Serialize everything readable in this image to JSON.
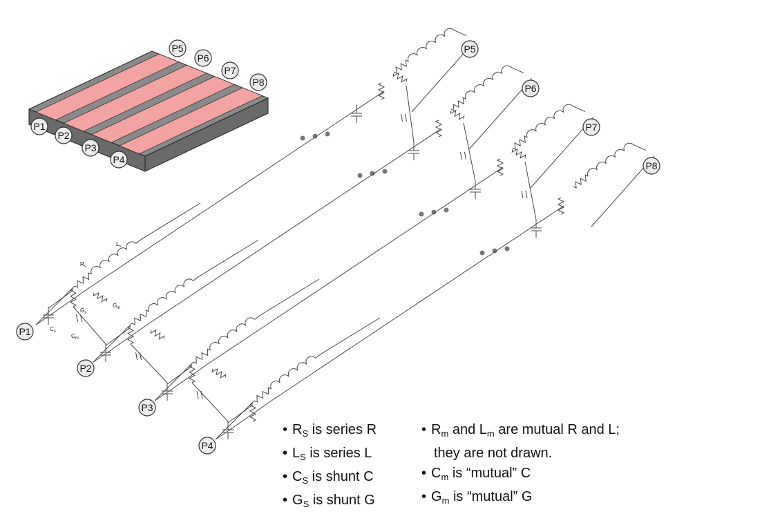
{
  "ports": [
    "P1",
    "P2",
    "P3",
    "P4",
    "P5",
    "P6",
    "P7",
    "P8"
  ],
  "component_labels": {
    "rs": "R",
    "rs_sub": "s",
    "ls": "L",
    "ls_sub": "s",
    "gs": "G",
    "gs_sub": "s",
    "gm": "G",
    "gm_sub": "m",
    "cs": "C",
    "cs_sub": "s",
    "cm": "C",
    "cm_sub": "m"
  },
  "legend": {
    "left": [
      {
        "sym": "R",
        "sub": "S",
        "text": " is series R"
      },
      {
        "sym": "L",
        "sub": "S",
        "text": " is series L"
      },
      {
        "sym": "C",
        "sub": "S",
        "text": " is shunt C"
      },
      {
        "sym": "G",
        "sub": "S",
        "text": " is shunt G"
      }
    ],
    "right": [
      {
        "parts": [
          "R",
          "m",
          " and L",
          "m",
          " are mutual R and L;"
        ]
      },
      {
        "continuation": "they are not drawn."
      },
      {
        "sym": "C",
        "sub": "m",
        "text": " is “mutual” C"
      },
      {
        "sym": "G",
        "sub": "m",
        "text": " is “mutual” G"
      }
    ]
  },
  "colors": {
    "conductor": "#f4a3a3",
    "substrate_top": "#8a8a8a",
    "substrate_side": "#6a6a6a",
    "wire": "#444444",
    "port_fill": "#ececec"
  }
}
